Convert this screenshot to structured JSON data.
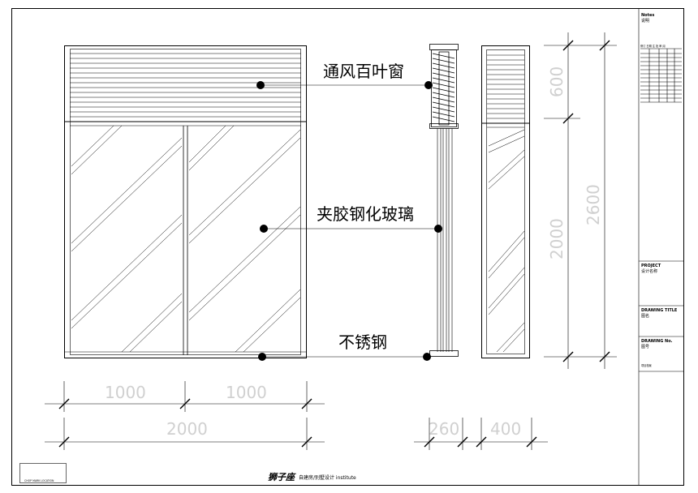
{
  "callouts": {
    "louver": "通风百叶窗",
    "glass": "夹胶钢化玻璃",
    "steel": "不锈钢"
  },
  "dimensions": {
    "panel_left": "1000",
    "panel_right": "1000",
    "front_total": "2000",
    "section_depth": "260",
    "side_width": "400",
    "louver_height": "600",
    "glass_height": "2000",
    "total_height": "2600"
  },
  "title_block": {
    "notes_label": "Notes",
    "notes_cn": "说明",
    "revision_row": "修订 日期 注 批 审 阅",
    "project_label": "PROJECT",
    "project_cn": "设计名称",
    "drawing_title_label": "DRAWING TITLE",
    "drawing_title_cn": "图名",
    "drawing_no_label": "DRAWING No.",
    "drawing_no_cn": "图号",
    "sheet_label": "项目档案"
  },
  "footer": {
    "logo": "狮子座",
    "org": "自建房/别墅设计  institute",
    "stamp": "CHOP MARK LOCATION"
  }
}
